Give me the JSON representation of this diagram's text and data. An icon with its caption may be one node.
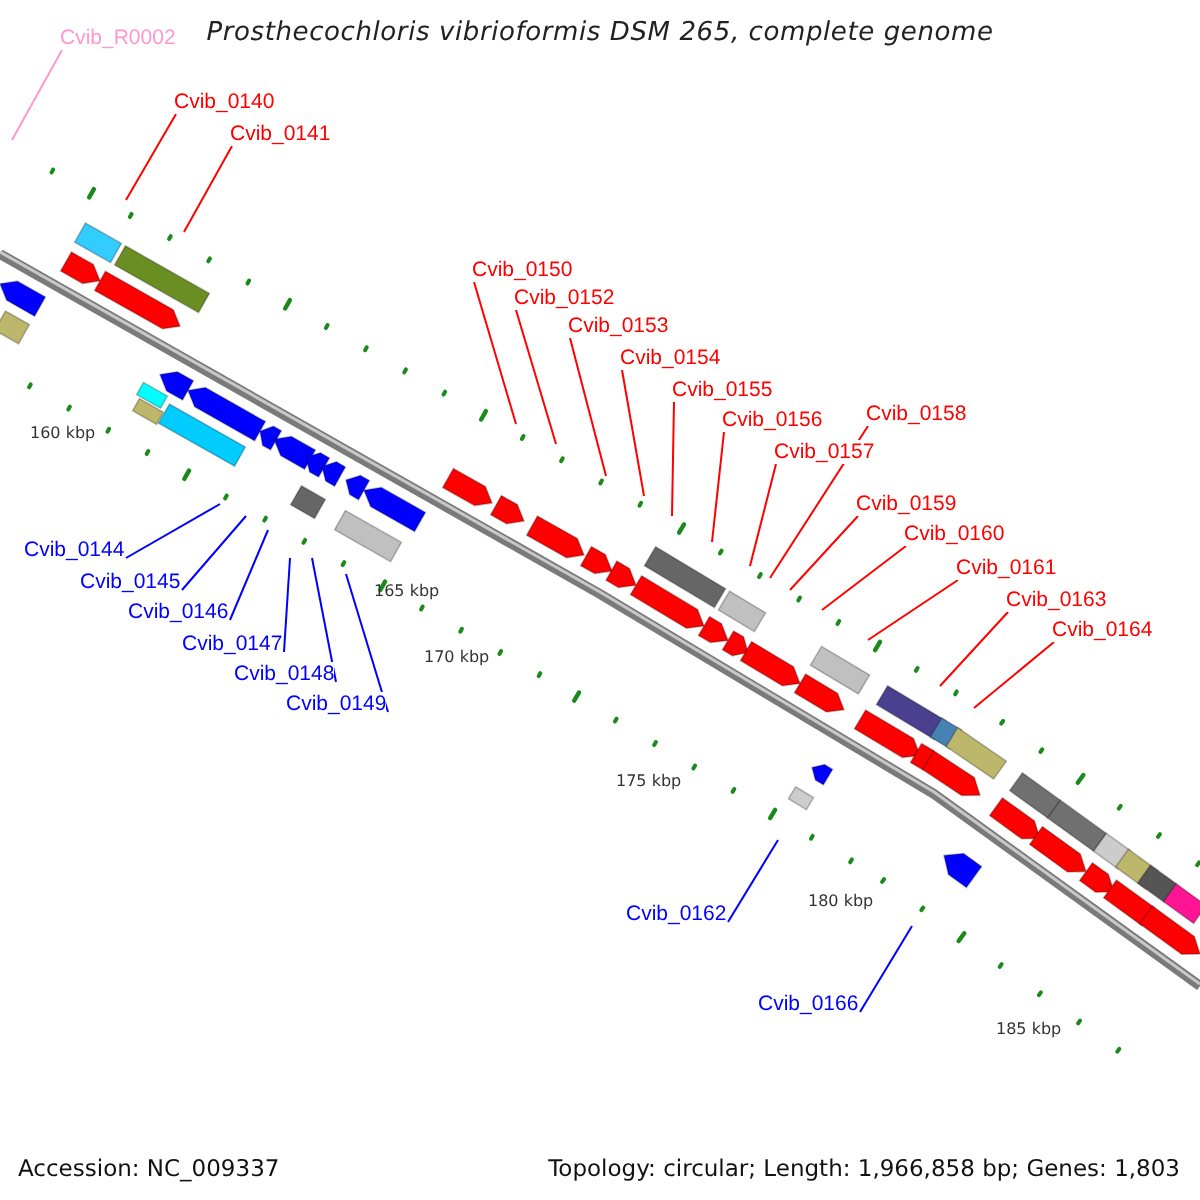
{
  "diagram": {
    "title": "Prosthecochloris vibrioformis DSM 265, complete genome",
    "nodes": [
      {
        "text": [
          "Cvib_R0002"
        ]
      },
      {
        "text": [
          "Cvib_0140"
        ]
      },
      {
        "text": [
          "Cvib_0141"
        ]
      },
      {
        "text": [
          "Cvib_0150"
        ]
      },
      {
        "text": [
          "Cvib_0152"
        ]
      },
      {
        "text": [
          "Cvib_0153"
        ]
      },
      {
        "text": [
          "Cvib_0154"
        ]
      },
      {
        "text": [
          "Cvib_0155"
        ]
      },
      {
        "text": [
          "Cvib_0156"
        ]
      },
      {
        "text": [
          "Cvib_0158"
        ]
      },
      {
        "text": [
          "Cvib_0157"
        ]
      },
      {
        "text": [
          "Cvib_0159"
        ]
      },
      {
        "text": [
          "Cvib_0160"
        ]
      },
      {
        "text": [
          "Cvib_0161"
        ]
      },
      {
        "text": [
          "Cvib_0163"
        ]
      },
      {
        "text": [
          "Cvib_0164"
        ]
      },
      {
        "text": [
          "Cvib_0144"
        ]
      },
      {
        "text": [
          "Cvib_0145"
        ]
      },
      {
        "text": [
          "Cvib_0146"
        ]
      },
      {
        "text": [
          "Cvib_0147"
        ]
      },
      {
        "text": [
          "Cvib_0148"
        ]
      },
      {
        "text": [
          "Cvib_0149"
        ]
      },
      {
        "text": [
          "Cvib_0162"
        ]
      },
      {
        "text": [
          "Cvib_0166"
        ]
      }
    ],
    "edges": [
      {
        "from": 0,
        "to": null,
        "arrow": "none",
        "color": "#ff99cc"
      },
      {
        "from": 1,
        "to": null,
        "arrow": "none"
      },
      {
        "from": 2,
        "to": null,
        "arrow": "none"
      },
      {
        "from": 3,
        "to": null,
        "arrow": "none"
      },
      {
        "from": 4,
        "to": null,
        "arrow": "none"
      },
      {
        "from": 5,
        "to": null,
        "arrow": "none"
      },
      {
        "from": 6,
        "to": null,
        "arrow": "none"
      },
      {
        "from": 7,
        "to": null,
        "arrow": "none"
      },
      {
        "from": 8,
        "to": null,
        "arrow": "none"
      },
      {
        "from": 9,
        "to": null,
        "arrow": "none"
      },
      {
        "from": 10,
        "to": null,
        "arrow": "none"
      },
      {
        "from": 11,
        "to": null,
        "arrow": "none"
      },
      {
        "from": 12,
        "to": null,
        "arrow": "none"
      },
      {
        "from": 13,
        "to": null,
        "arrow": "none"
      },
      {
        "from": 14,
        "to": null,
        "arrow": "none"
      },
      {
        "from": 15,
        "to": null,
        "arrow": "none"
      },
      {
        "from": 16,
        "to": null,
        "arrow": "none",
        "color": "#0000ff"
      },
      {
        "from": 17,
        "to": null,
        "arrow": "none",
        "color": "#0000ff"
      },
      {
        "from": 18,
        "to": null,
        "arrow": "none",
        "color": "#0000ff"
      },
      {
        "from": 19,
        "to": null,
        "arrow": "none",
        "color": "#0000ff"
      },
      {
        "from": 20,
        "to": null,
        "arrow": "none",
        "color": "#0000ff"
      },
      {
        "from": 21,
        "to": null,
        "arrow": "none",
        "color": "#0000ff"
      },
      {
        "from": 22,
        "to": null,
        "arrow": "none",
        "color": "#0000ff"
      },
      {
        "from": 23,
        "to": null,
        "arrow": "none",
        "color": "#0000ff"
      }
    ],
    "labels": [
      "160 kbp",
      "165 kbp",
      "170 kbp",
      "175 kbp",
      "180 kbp",
      "185 kbp",
      "Accession: NC_009337",
      "Topology: circular; Length: 1,966,858 bp; Genes: 1,803"
    ]
  }
}
